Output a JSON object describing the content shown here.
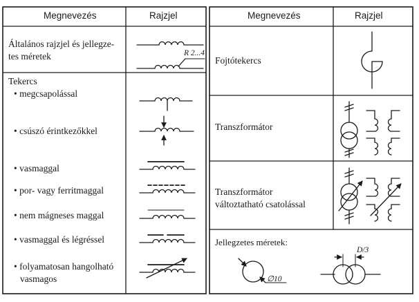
{
  "left_table": {
    "header_name": "Megnevezés",
    "header_symbol": "Rajzjel",
    "general": {
      "line1": "Általános rajzjel és jellegze-",
      "line2": "tes méretek",
      "radius_label": "R 2...4"
    },
    "coil_title": "Tekercs",
    "items": [
      "• megcsapolással",
      "• csúszó érintkezőkkel",
      "• vasmaggal",
      "• por- vagy ferritmaggal",
      "• nem mágneses maggal",
      "• vasmaggal és légréssel",
      "• folyamatosan hangolható",
      "vasmagos"
    ]
  },
  "right_table": {
    "header_name": "Megnevezés",
    "header_symbol": "Rajzjel",
    "rows": [
      "Fojtótekercs",
      "Transzformátor",
      "Transzformátor",
      "változtatható csatolással"
    ],
    "dimensions_title": "Jellegzetes méretek:",
    "diameter_label": "∅10",
    "distance_label": "D/3"
  },
  "symbol_icons": [
    "coil-icon",
    "tapped-coil-icon",
    "sliding-contact-coil-icon",
    "iron-core-coil-icon",
    "ferrite-core-coil-icon",
    "non-magnetic-core-coil-icon",
    "air-gap-core-coil-icon",
    "variable-core-coil-icon",
    "choke-icon",
    "transformer-icon",
    "variable-transformer-icon"
  ]
}
